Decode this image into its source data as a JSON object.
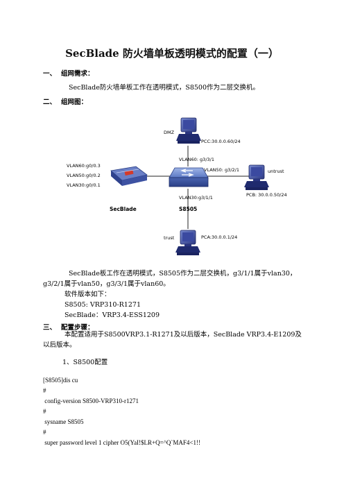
{
  "title": "SecBlade 防火墙单板透明模式的配置（一）",
  "sections": [
    {
      "num": "一、",
      "label": "组网需求："
    },
    {
      "num": "二、",
      "label": "组网图："
    },
    {
      "num": "三、",
      "label": "配置步骤："
    }
  ],
  "requirement_text": "SecBlade防火墙单板工作在透明模式，S8500作为二层交换机。",
  "diagram": {
    "dmz_label": "DMZ",
    "pcc_label": "PCC:30.0.0.60/24",
    "vlan60_link": "VLAN60: g3/3/1",
    "secblade_ports": [
      "VLAN60:g0/0.3",
      "VLAN50:g0/0.2",
      "VLAN30:g0/0.1"
    ],
    "vlan50_link": "VLAN50: g3/2/1",
    "untrust_label": "untrust",
    "pcb_label": "PCB: 30.0.0.50/24",
    "vlan30_link": "VLAN30:g3/1/1",
    "secblade_label": "SecBlade",
    "s8505_label": "S8505",
    "trust_label": "trust",
    "pca_label": "PCA:30.0.0.1/24"
  },
  "desc_lines": [
    "SecBlade板工作在透明模式，S8505作为二层交换机，g3/1/1属于vlan30，",
    "g3/2/1属于vlan50，g3/3/1属于vlan60。",
    "软件版本如下：",
    "S8505: VRP310-R1271",
    "SecBlade：VRP3.4-ESS1209"
  ],
  "step_lines": [
    "本配置适用于S8500VRP3.1-R1271及以后版本，SecBlade VRP3.4-E1209及",
    "以后版本。"
  ],
  "substep": "1、S8500配置",
  "config_lines": [
    "[S8505]dis cu",
    "#",
    " config-version S8500-VRP310-r1271",
    "#",
    " sysname S8505",
    "#",
    " super password level 1 cipher O5(YaI!$LR+Q=^Q`MAF4<1!!"
  ]
}
